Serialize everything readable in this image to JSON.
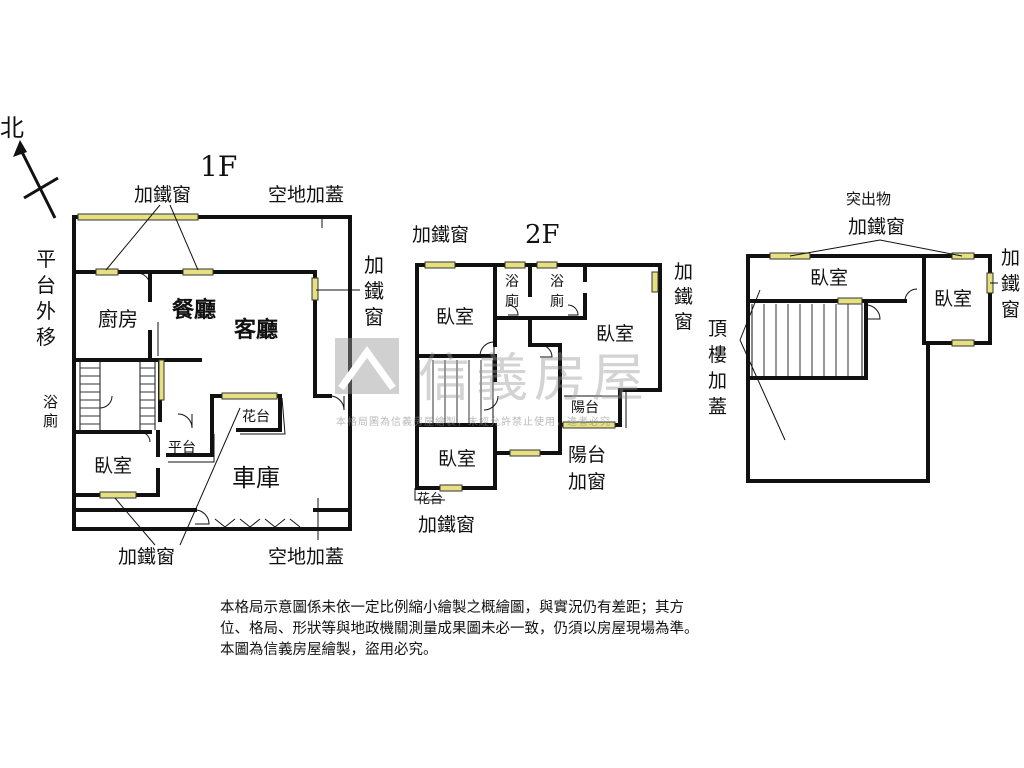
{
  "compass": {
    "north": "北"
  },
  "floor1": {
    "title": "1F",
    "labels": {
      "window_top": "加鐵窗",
      "empty_top": "空地加蓋",
      "platform": [
        "平",
        "台",
        "外",
        "移"
      ],
      "kitchen": "廚房",
      "dining": "餐廳",
      "living": "客廳",
      "window_right": [
        "加",
        "鐵",
        "窗"
      ],
      "bath": [
        "浴",
        "廁"
      ],
      "flower": "花台",
      "platform_small": "平台",
      "bedroom": "臥室",
      "garage": "車庫",
      "window_bottom": "加鐵窗",
      "empty_bottom": "空地加蓋"
    }
  },
  "floor2": {
    "title": "2F",
    "labels": {
      "window_top": "加鐵窗",
      "window_right": [
        "加",
        "鐵",
        "窗"
      ],
      "bath1": [
        "浴",
        "廁"
      ],
      "bath2": [
        "浴",
        "廁"
      ],
      "bedroom_tl": "臥室",
      "bedroom_r": "臥室",
      "balcony": "陽台",
      "bedroom_bl": "臥室",
      "balcony_window": [
        "陽台",
        "加窗"
      ],
      "flower": "花台",
      "window_bottom": "加鐵窗"
    }
  },
  "roof": {
    "labels": {
      "protrusion": "突出物",
      "window_top": "加鐵窗",
      "bedroom_a": "臥室",
      "bedroom_b": "臥室",
      "window_right": [
        "加",
        "鐵",
        "窗"
      ],
      "roof_addition": [
        "頂",
        "樓",
        "加",
        "蓋"
      ]
    }
  },
  "watermark": {
    "brand": "信義房屋",
    "notice": "本格局圖為信義房屋繪製，未經允許禁止使用，違者必究"
  },
  "disclaimer": [
    "本格局示意圖係未依一定比例縮小繪製之概繪圖，與實況仍有差距；其方",
    "位、格局、形狀等與地政機關測量成果圖未必一致，仍須以房屋現場為準。",
    "本圖為信義房屋繪製，盜用必究。"
  ],
  "colors": {
    "wall": "#111111",
    "window": "#e6e080",
    "watermark": "#969696"
  }
}
